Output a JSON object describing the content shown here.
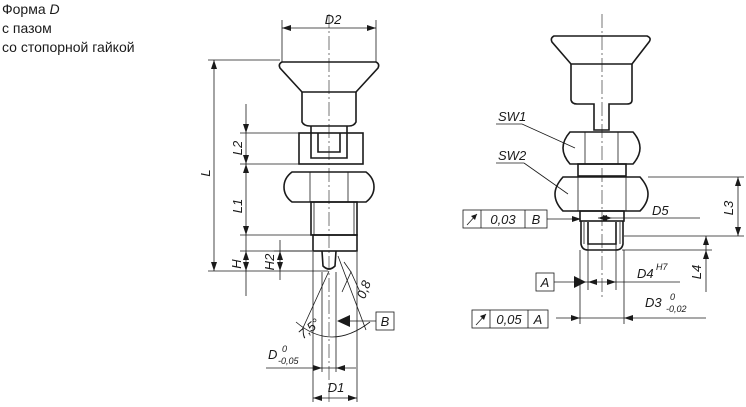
{
  "caption": {
    "line1_prefix": "Форма ",
    "line1_form": "D",
    "line2": "с пазом",
    "line3": "со стопорной гайкой"
  },
  "left_view": {
    "dims": {
      "D2": "D2",
      "L": "L",
      "L2": "L2",
      "L1": "L1",
      "H": "H",
      "H2": "H2",
      "D": "D",
      "D_tol_upper": "0",
      "D_tol_lower": "-0,05",
      "D1": "D1",
      "angle": "7,5°",
      "roughness": "0,8",
      "datum": "B"
    }
  },
  "right_view": {
    "dims": {
      "SW1": "SW1",
      "SW2": "SW2",
      "D5": "D5",
      "L3": "L3",
      "L4": "L4",
      "D4": "D4",
      "D4_fit": "H7",
      "D3": "D3",
      "D3_tol_upper": "0",
      "D3_tol_lower": "-0,02",
      "datum": "A"
    },
    "frame1": {
      "value": "0,03",
      "datum": "B"
    },
    "frame2": {
      "value": "0,05",
      "datum": "A"
    }
  }
}
